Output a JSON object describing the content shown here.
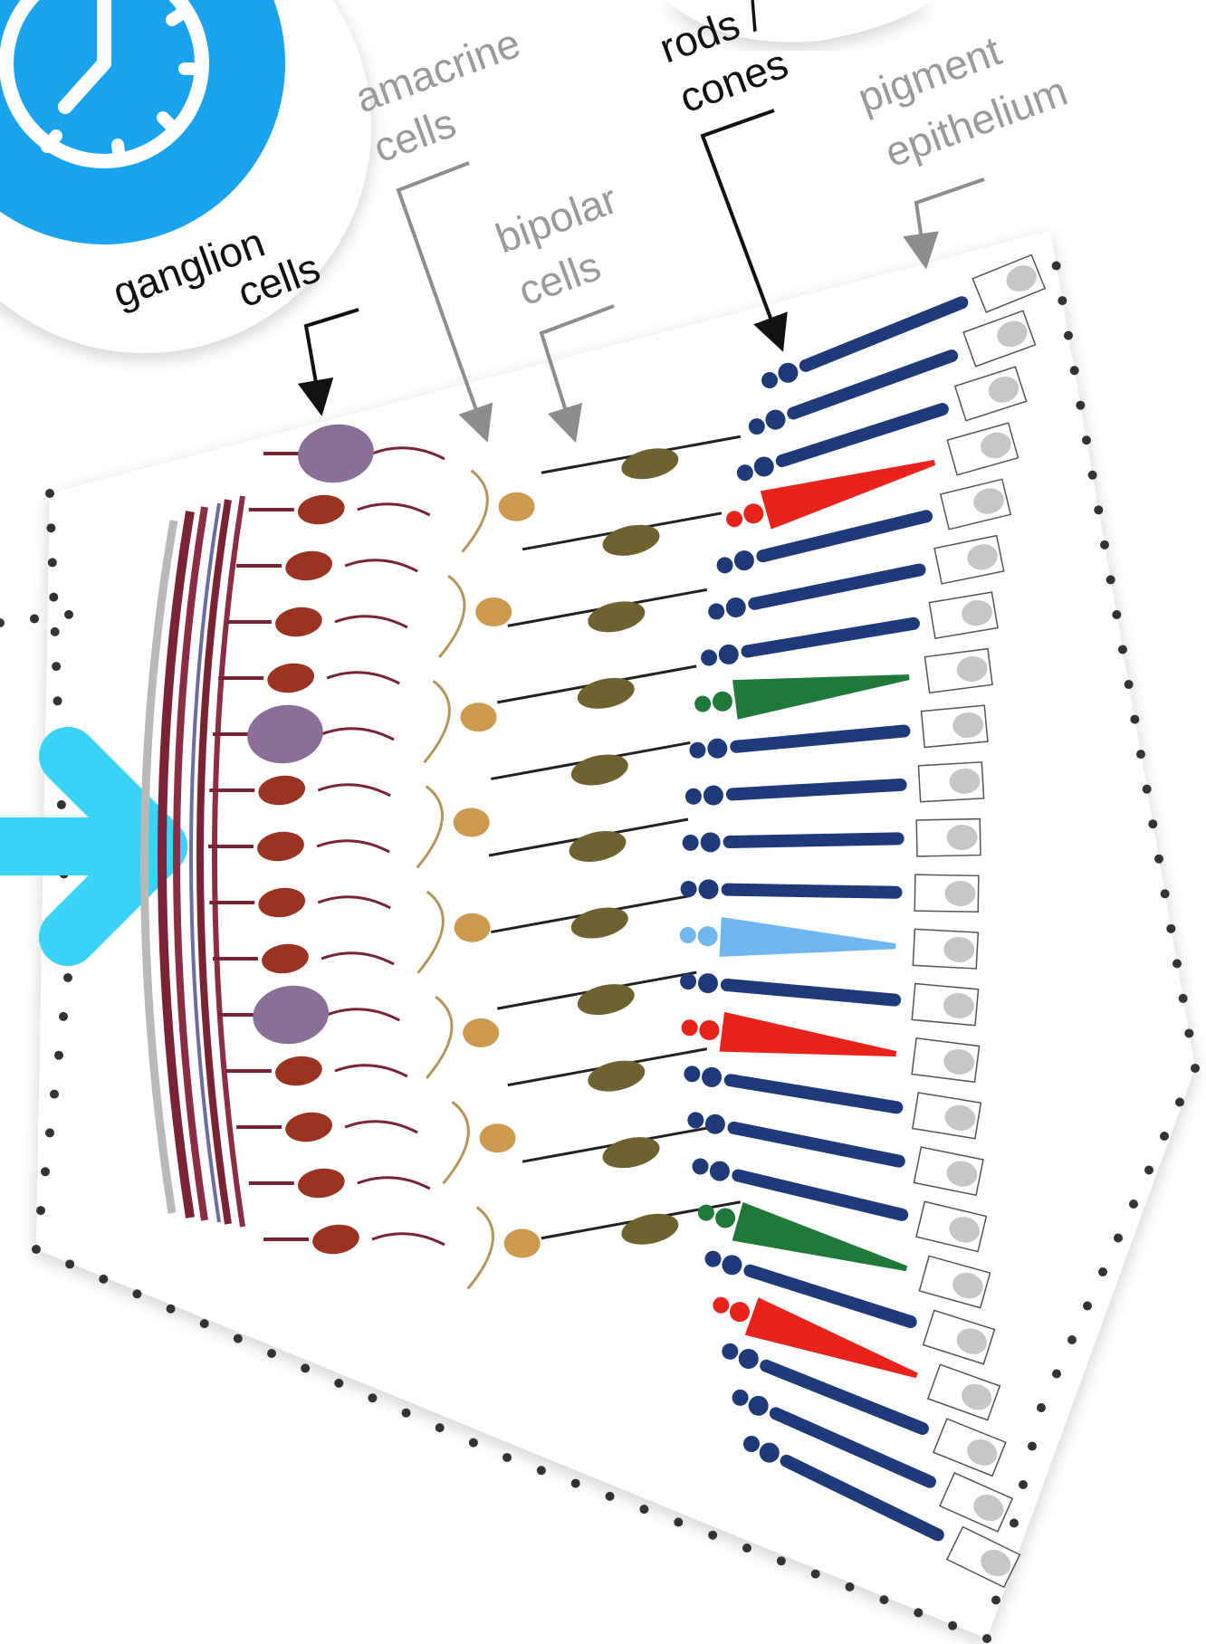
{
  "labels": {
    "ganglion": [
      "ganglion",
      "cells"
    ],
    "amacrine": [
      "amacrine",
      "cells"
    ],
    "bipolar": [
      "bipolar",
      "cells"
    ],
    "rods_cones": [
      "rods /",
      "cones"
    ],
    "pigment": [
      "pigment",
      "epithelium"
    ]
  },
  "icons": {
    "clock": "clock-icon",
    "arrow": "arrow-right-icon"
  },
  "colors": {
    "clock_blue": "#1aa3ee",
    "arrow_cyan": "#38d3f6",
    "label_dark": "#111111",
    "label_grey": "#9a9a9a",
    "nerve_fiber": "#7a2335",
    "ganglion_purple": "#8a6f96",
    "ganglion_red": "#9a3322",
    "amacrine_tan": "#cc9a4e",
    "bipolar_olive": "#6e6330",
    "rod_blue": "#1e3a78",
    "cone_red": "#e8231b",
    "cone_green": "#1f7a3a",
    "cone_blue": "#6fb7ee",
    "pigment_grey": "#c6c6c6"
  },
  "cone_sequence": [
    "rod",
    "rod",
    "rod",
    "red",
    "rod",
    "rod",
    "rod",
    "green",
    "rod",
    "rod",
    "rod",
    "rod",
    "blue",
    "rod",
    "red",
    "rod",
    "rod",
    "rod",
    "green",
    "rod",
    "red",
    "rod",
    "rod",
    "rod"
  ]
}
